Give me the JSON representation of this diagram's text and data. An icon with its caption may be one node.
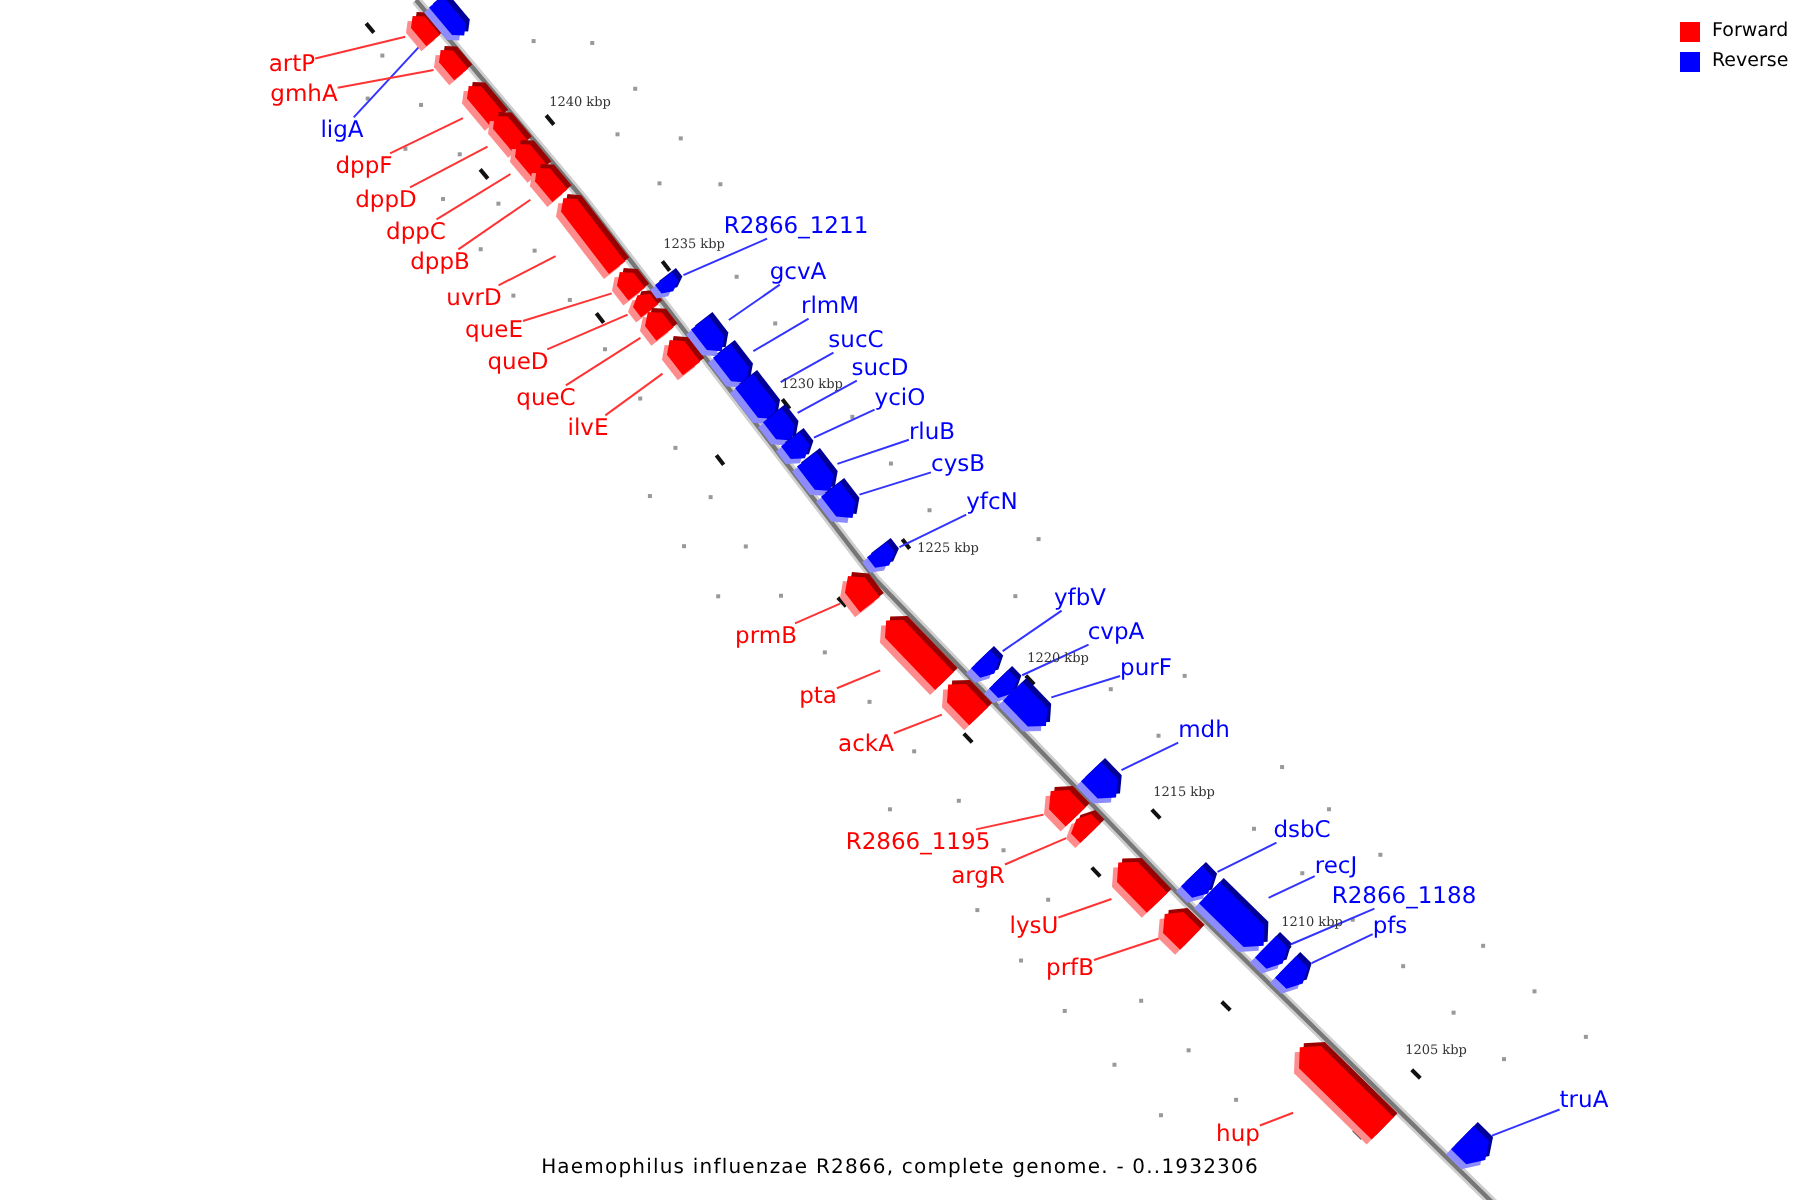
{
  "diagram": {
    "caption": "Haemophilus influenzae R2866, complete genome. - 0..1932306",
    "nodes": [
      {
        "text": [
          "artP"
        ]
      },
      {
        "text": [
          "ligA"
        ]
      },
      {
        "text": [
          "gmhA"
        ]
      },
      {
        "text": [
          "dppF"
        ]
      },
      {
        "text": [
          "dppD"
        ]
      },
      {
        "text": [
          "dppC"
        ]
      },
      {
        "text": [
          "dppB"
        ]
      },
      {
        "text": [
          "uvrD"
        ]
      },
      {
        "text": [
          "queE"
        ]
      },
      {
        "text": [
          "queD"
        ]
      },
      {
        "text": [
          "R2866_1211"
        ]
      },
      {
        "text": [
          "queC"
        ]
      },
      {
        "text": [
          "ilvE"
        ]
      },
      {
        "text": [
          "gcvA"
        ]
      },
      {
        "text": [
          "rlmM"
        ]
      },
      {
        "text": [
          "sucC"
        ]
      },
      {
        "text": [
          "sucD"
        ]
      },
      {
        "text": [
          "yciO"
        ]
      },
      {
        "text": [
          "rluB"
        ]
      },
      {
        "text": [
          "cysB"
        ]
      },
      {
        "text": [
          "yfcN"
        ]
      },
      {
        "text": [
          "prmB"
        ]
      },
      {
        "text": [
          "pta"
        ]
      },
      {
        "text": [
          "ackA"
        ]
      },
      {
        "text": [
          "yfbV"
        ]
      },
      {
        "text": [
          "cvpA"
        ]
      },
      {
        "text": [
          "purF"
        ]
      },
      {
        "text": [
          "R2866_1195"
        ]
      },
      {
        "text": [
          "mdh"
        ]
      },
      {
        "text": [
          "argR"
        ]
      },
      {
        "text": [
          "lysU"
        ]
      },
      {
        "text": [
          "dsbC"
        ]
      },
      {
        "text": [
          "prfB"
        ]
      },
      {
        "text": [
          "recJ"
        ]
      },
      {
        "text": [
          "R2866_1188"
        ]
      },
      {
        "text": [
          "pfs"
        ]
      },
      {
        "text": [
          "hup"
        ]
      },
      {
        "text": [
          "truA"
        ]
      },
      {
        "text": [],
        "shape": "box"
      },
      {
        "text": [],
        "shape": "box"
      },
      {
        "text": [],
        "shape": "box"
      },
      {
        "text": [],
        "shape": "box"
      },
      {
        "text": [],
        "shape": "box"
      },
      {
        "text": [],
        "shape": "box"
      },
      {
        "text": [],
        "shape": "box"
      },
      {
        "text": [],
        "shape": "box"
      },
      {
        "text": [],
        "shape": "box"
      },
      {
        "text": [],
        "shape": "box"
      },
      {
        "text": [],
        "shape": "box"
      },
      {
        "text": [],
        "shape": "box"
      },
      {
        "text": [],
        "shape": "box"
      },
      {
        "text": [],
        "shape": "box"
      },
      {
        "text": [],
        "shape": "box"
      },
      {
        "text": [],
        "shape": "box"
      },
      {
        "text": [],
        "shape": "box"
      },
      {
        "text": [],
        "shape": "box"
      },
      {
        "text": [],
        "shape": "box"
      },
      {
        "text": [],
        "shape": "box"
      },
      {
        "text": [],
        "shape": "box"
      },
      {
        "text": [],
        "shape": "box"
      },
      {
        "text": [],
        "shape": "box"
      },
      {
        "text": [],
        "shape": "box"
      },
      {
        "text": [],
        "shape": "box"
      },
      {
        "text": [],
        "shape": "box"
      },
      {
        "text": [],
        "shape": "box"
      },
      {
        "text": [],
        "shape": "box"
      },
      {
        "text": [],
        "shape": "box"
      },
      {
        "text": [],
        "shape": "box"
      },
      {
        "text": [],
        "shape": "box"
      },
      {
        "text": [],
        "shape": "box"
      },
      {
        "text": [],
        "shape": "box"
      },
      {
        "text": [],
        "shape": "box"
      },
      {
        "text": [],
        "shape": "box"
      },
      {
        "text": [],
        "shape": "box"
      },
      {
        "text": [],
        "shape": "box"
      },
      {
        "text": [],
        "shape": "box"
      }
    ],
    "edges": [
      {
        "from": 0,
        "to": 38,
        "arrow": "none"
      },
      {
        "from": 1,
        "to": 39,
        "arrow": "none",
        "color": "#3333ff"
      },
      {
        "from": 2,
        "to": 40,
        "arrow": "none"
      },
      {
        "from": 3,
        "to": 41,
        "arrow": "none"
      },
      {
        "from": 4,
        "to": 42,
        "arrow": "none"
      },
      {
        "from": 5,
        "to": 43,
        "arrow": "none"
      },
      {
        "from": 6,
        "to": 44,
        "arrow": "none"
      },
      {
        "from": 7,
        "to": 45,
        "arrow": "none"
      },
      {
        "from": 8,
        "to": 46,
        "arrow": "none"
      },
      {
        "from": 9,
        "to": 47,
        "arrow": "none"
      },
      {
        "from": 10,
        "to": 48,
        "arrow": "none",
        "color": "#3333ff"
      },
      {
        "from": 11,
        "to": 49,
        "arrow": "none"
      },
      {
        "from": 12,
        "to": 50,
        "arrow": "none"
      },
      {
        "from": 13,
        "to": 51,
        "arrow": "none",
        "color": "#3333ff"
      },
      {
        "from": 14,
        "to": 52,
        "arrow": "none",
        "color": "#3333ff"
      },
      {
        "from": 15,
        "to": 53,
        "arrow": "none",
        "color": "#3333ff"
      },
      {
        "from": 16,
        "to": 54,
        "arrow": "none",
        "color": "#3333ff"
      },
      {
        "from": 17,
        "to": 55,
        "arrow": "none",
        "color": "#3333ff"
      },
      {
        "from": 18,
        "to": 56,
        "arrow": "none",
        "color": "#3333ff"
      },
      {
        "from": 19,
        "to": 57,
        "arrow": "none",
        "color": "#3333ff"
      },
      {
        "from": 20,
        "to": 58,
        "arrow": "none",
        "color": "#3333ff"
      },
      {
        "from": 21,
        "to": 59,
        "arrow": "none"
      },
      {
        "from": 22,
        "to": 60,
        "arrow": "none"
      },
      {
        "from": 23,
        "to": 61,
        "arrow": "none"
      },
      {
        "from": 24,
        "to": 62,
        "arrow": "none",
        "color": "#3333ff"
      },
      {
        "from": 25,
        "to": 63,
        "arrow": "none",
        "color": "#3333ff"
      },
      {
        "from": 26,
        "to": 64,
        "arrow": "none",
        "color": "#3333ff"
      },
      {
        "from": 27,
        "to": 65,
        "arrow": "none"
      },
      {
        "from": 28,
        "to": 66,
        "arrow": "none",
        "color": "#3333ff"
      },
      {
        "from": 29,
        "to": 67,
        "arrow": "none"
      },
      {
        "from": 30,
        "to": 68,
        "arrow": "none"
      },
      {
        "from": 31,
        "to": 69,
        "arrow": "none",
        "color": "#3333ff"
      },
      {
        "from": 32,
        "to": 70,
        "arrow": "none"
      },
      {
        "from": 33,
        "to": 71,
        "arrow": "none",
        "color": "#3333ff"
      },
      {
        "from": 34,
        "to": 72,
        "arrow": "none",
        "color": "#3333ff"
      },
      {
        "from": 35,
        "to": 73,
        "arrow": "none",
        "color": "#3333ff"
      },
      {
        "from": 36,
        "to": 74,
        "arrow": "none"
      },
      {
        "from": 37,
        "to": 75,
        "arrow": "none",
        "color": "#3333ff"
      }
    ],
    "labels": [
      "1240 kbp",
      "1235 kbp",
      "1230 kbp",
      "1225 kbp",
      "1220 kbp",
      "1215 kbp",
      "1210 kbp",
      "1205 kbp"
    ],
    "legend": [
      {
        "text": "Forward",
        "color": "#ff0000"
      },
      {
        "text": "Reverse",
        "color": "#0000ff"
      }
    ]
  }
}
